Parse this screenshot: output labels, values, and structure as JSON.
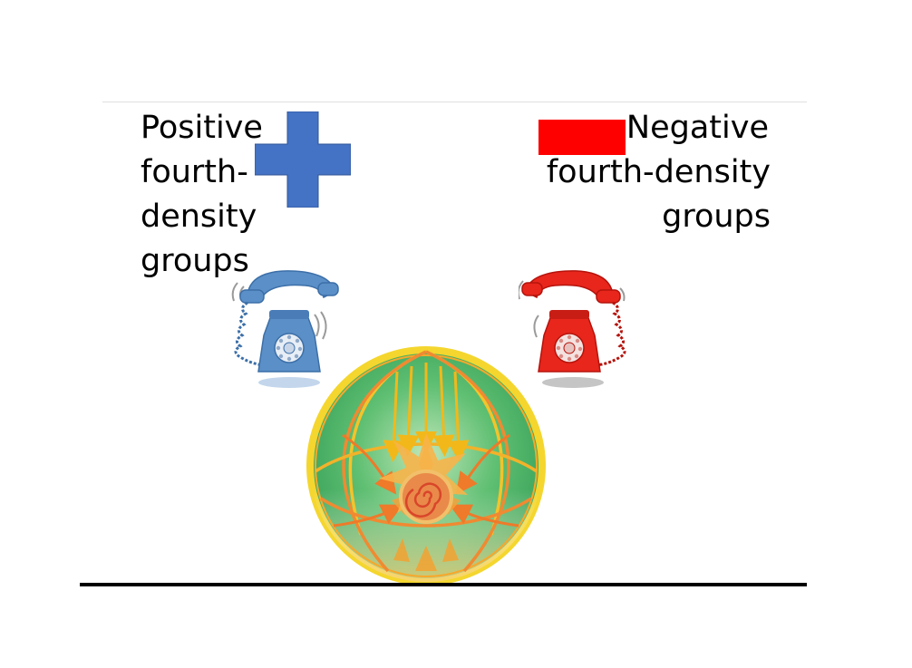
{
  "labels": {
    "positive_lines": [
      "Positive",
      "fourth-",
      "density",
      "groups"
    ],
    "negative_lines": [
      "Negative",
      "fourth-density",
      "groups"
    ]
  },
  "icons": {
    "plus": "plus-sign-icon",
    "minus": "minus-sign-icon",
    "phone_left": "telephone-icon",
    "phone_right": "telephone-icon",
    "sphere": "energy-sphere-icon"
  },
  "colors": {
    "positive": "#4472c4",
    "negative": "#ff0000",
    "phone_blue": "#5b8fc7",
    "phone_red": "#e8261c",
    "sphere_green": "#4fb56a",
    "sphere_yellow": "#f5e13a",
    "sphere_orange": "#f28a2e"
  }
}
